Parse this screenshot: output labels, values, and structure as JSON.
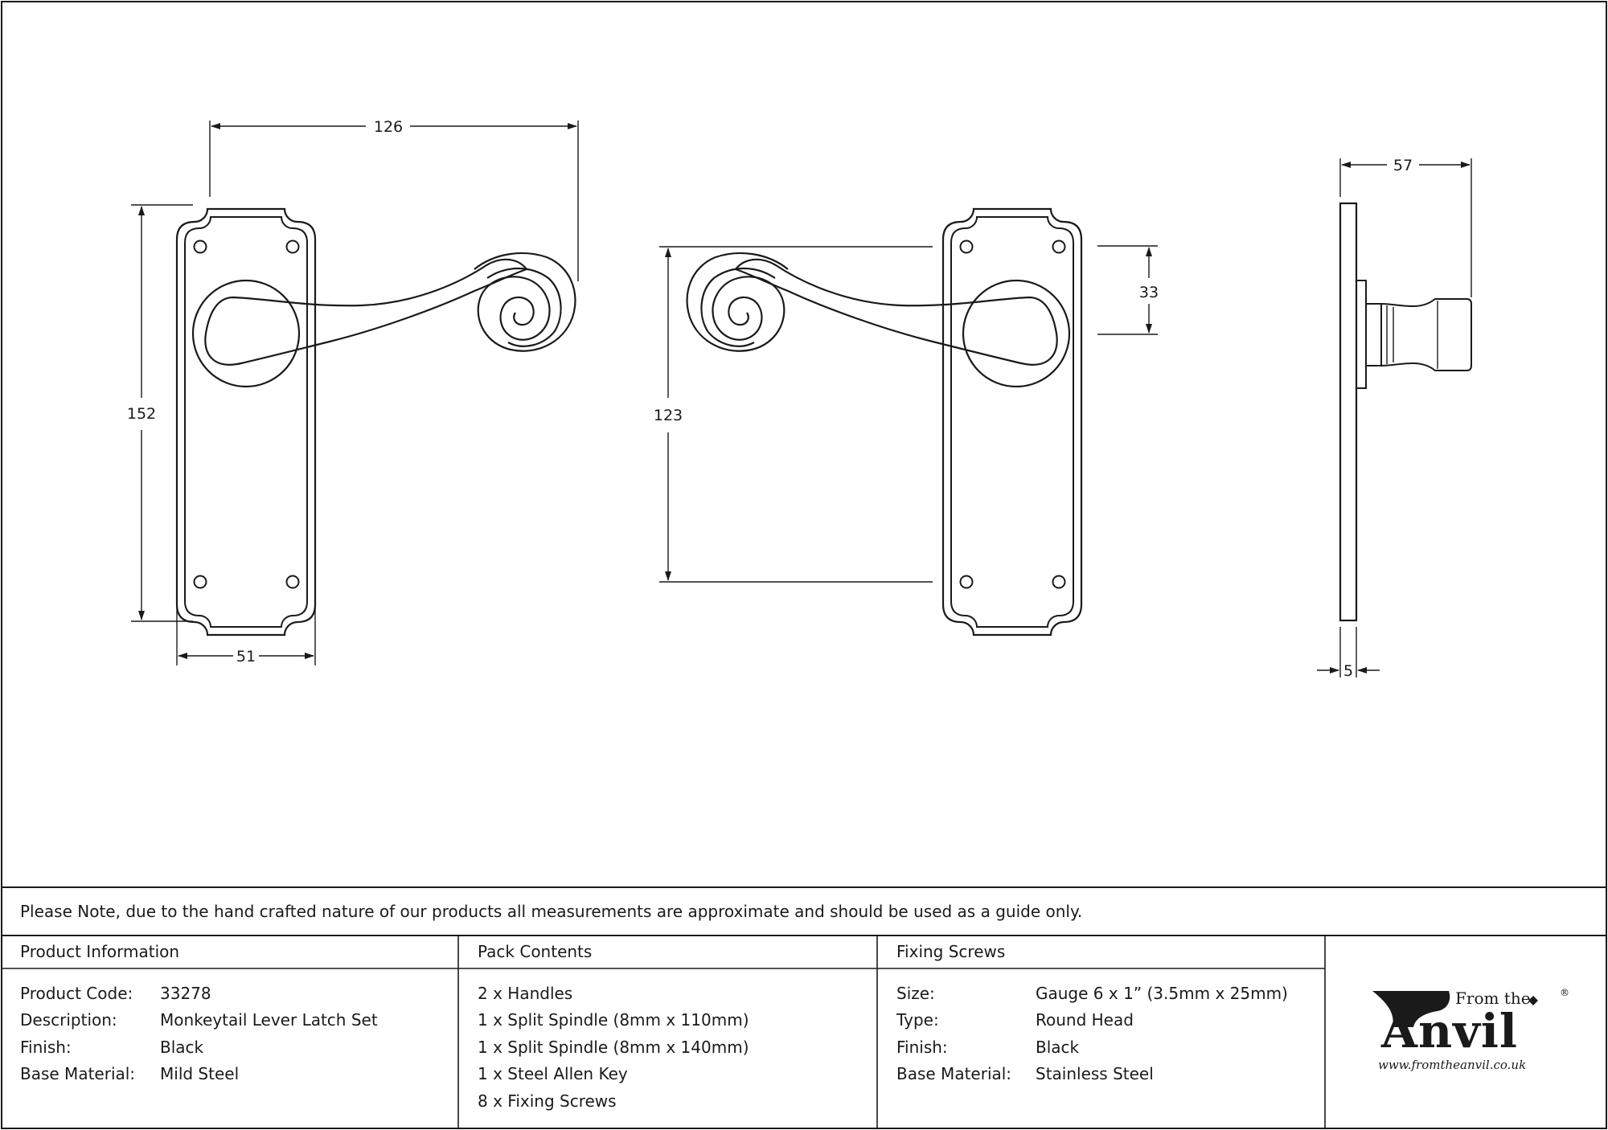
{
  "dimensions": {
    "front_width_total": "126",
    "front_height": "152",
    "front_plate_width": "51",
    "back_centres": "123",
    "back_rose": "33",
    "side_projection": "57",
    "side_plate_thickness": "5"
  },
  "note": "Please Note, due to the hand crafted nature of our products all measurements are approximate and should be used as a guide only.",
  "product_information": {
    "heading": "Product Information",
    "rows": [
      {
        "label": "Product Code:",
        "value": "33278"
      },
      {
        "label": "Description:",
        "value": "Monkeytail Lever Latch Set"
      },
      {
        "label": "Finish:",
        "value": "Black"
      },
      {
        "label": "Base Material:",
        "value": "Mild Steel"
      }
    ]
  },
  "pack_contents": {
    "heading": "Pack Contents",
    "items": [
      "2 x Handles",
      "1 x Split Spindle (8mm x 110mm)",
      "1 x Split Spindle (8mm x 140mm)",
      "1 x Steel Allen Key",
      "8 x Fixing Screws"
    ]
  },
  "fixing_screws": {
    "heading": "Fixing Screws",
    "rows": [
      {
        "label": "Size:",
        "value": "Gauge 6 x 1” (3.5mm x 25mm)"
      },
      {
        "label": "Type:",
        "value": "Round Head"
      },
      {
        "label": "Finish:",
        "value": "Black"
      },
      {
        "label": "Base Material:",
        "value": "Stainless Steel"
      }
    ]
  },
  "logo": {
    "small": "From the",
    "big": "Anvil",
    "registered": "®",
    "url": "www.fromtheanvil.co.uk"
  },
  "colors": {
    "ink": "#1a1a1a",
    "background": "#ffffff"
  }
}
